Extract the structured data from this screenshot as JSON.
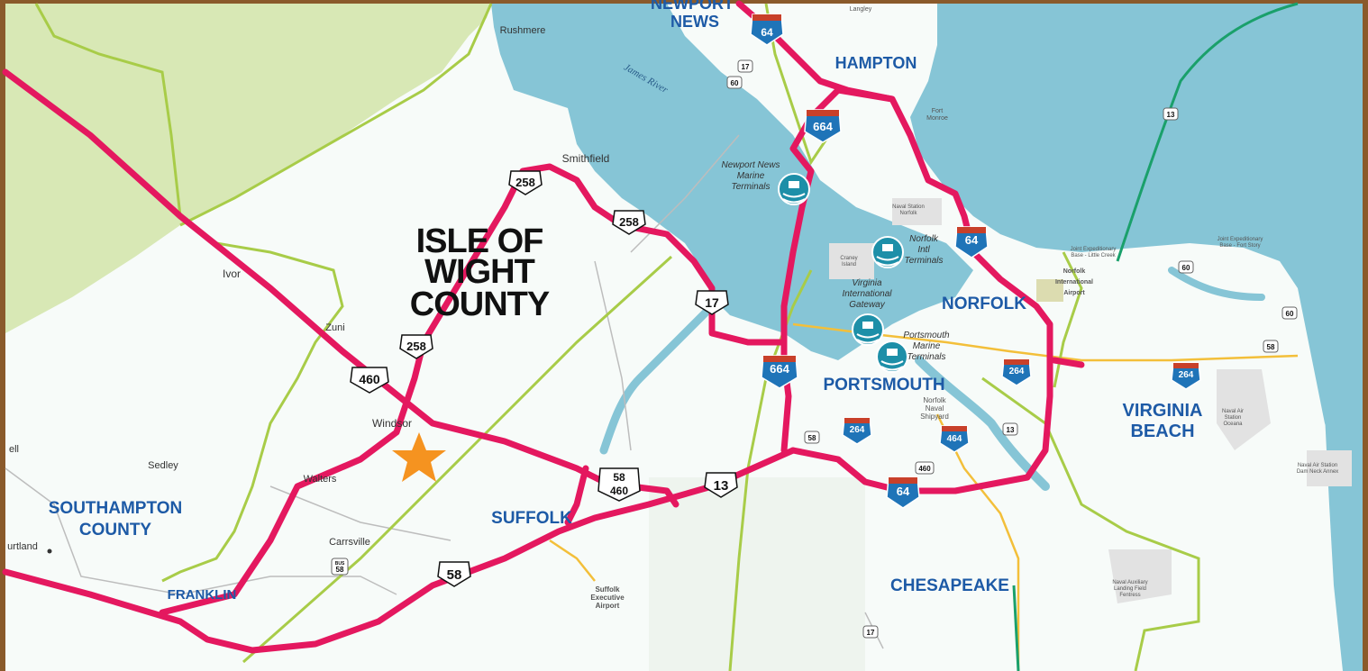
{
  "colors": {
    "land": "#f7fbf9",
    "water": "#86c5d6",
    "green_area": "#d8e8b5",
    "border": "#8a5a2b",
    "highway": "#e4185f",
    "rail": "#a8cc48",
    "minor_road": "#bdbdbd",
    "yellow_road": "#f3bf3a",
    "tunnel": "#1aa06b",
    "label_blue": "#1d5aa6",
    "star": "#f59320",
    "interstate_blue": "#1f74b8",
    "interstate_red": "#c8402a"
  },
  "title": {
    "line1": "ISLE OF",
    "line2": "WIGHT",
    "line3": "COUNTY"
  },
  "regions": {
    "newport_news_1": "NEWPORT",
    "newport_news_2": "NEWS",
    "hampton": "HAMPTON",
    "norfolk": "NORFOLK",
    "portsmouth": "PORTSMOUTH",
    "virginia_beach_1": "VIRGINIA",
    "virginia_beach_2": "BEACH",
    "suffolk": "SUFFOLK",
    "chesapeake": "CHESAPEAKE",
    "franklin": "FRANKLIN",
    "southampton_1": "SOUTHAMPTON",
    "southampton_2": "COUNTY"
  },
  "towns": {
    "rushmere": "Rushmere",
    "smithfield": "Smithfield",
    "ivor": "Ivor",
    "zuni": "Zuni",
    "windsor": "Windsor",
    "sedley": "Sedley",
    "walters": "Walters",
    "carrsville": "Carrsville",
    "courtland": "urtland",
    "edge_ll": "ell",
    "langley": "Langley",
    "fort_monroe_1": "Fort",
    "fort_monroe_2": "Monroe",
    "naval_station_1": "Naval Station",
    "naval_station_2": "Norfolk",
    "craney_1": "Craney",
    "craney_2": "Island",
    "jeb_little_creek_1": "Joint Expeditionary",
    "jeb_little_creek_2": "Base - Little Creek",
    "jeb_fort_story_1": "Joint Expeditionary",
    "jeb_fort_story_2": "Base - Fort Story",
    "norfolk_airport_1": "Norfolk",
    "norfolk_airport_2": "International",
    "norfolk_airport_3": "Airport",
    "oceana_1": "Naval Air",
    "oceana_2": "Station",
    "oceana_3": "Oceana",
    "dam_neck_1": "Naval Air Station",
    "dam_neck_2": "Dam Neck Annex",
    "suffolk_airport_1": "Suffolk",
    "suffolk_airport_2": "Executive",
    "suffolk_airport_3": "Airport",
    "landing_field_1": "Naval Auxiliary",
    "landing_field_2": "Landing Field",
    "landing_field_3": "Fentress",
    "shipyard_1": "Norfolk",
    "shipyard_2": "Naval",
    "shipyard_3": "Shipyard"
  },
  "water": {
    "james_river": "James River"
  },
  "terminals": {
    "newport_news_1": "Newport News",
    "newport_news_2": "Marine",
    "newport_news_3": "Terminals",
    "norfolk_intl_1": "Norfolk",
    "norfolk_intl_2": "Intl",
    "norfolk_intl_3": "Terminals",
    "vig_1": "Virginia",
    "vig_2": "International",
    "vig_3": "Gateway",
    "portsmouth_1": "Portsmouth",
    "portsmouth_2": "Marine",
    "portsmouth_3": "Terminals"
  },
  "shields": {
    "us_258": "258",
    "us_460": "460",
    "us_17": "17",
    "us_13": "13",
    "us_58": "58",
    "us_58_460_a": "58",
    "us_58_460_b": "460",
    "i_64": "64",
    "i_664": "664",
    "i_264": "264",
    "i_464": "464",
    "sr_17": "17",
    "sr_60": "60",
    "sr_13": "13",
    "sr_58": "58",
    "sr_460": "460",
    "bus_label": "BUS",
    "bus_58": "58"
  }
}
